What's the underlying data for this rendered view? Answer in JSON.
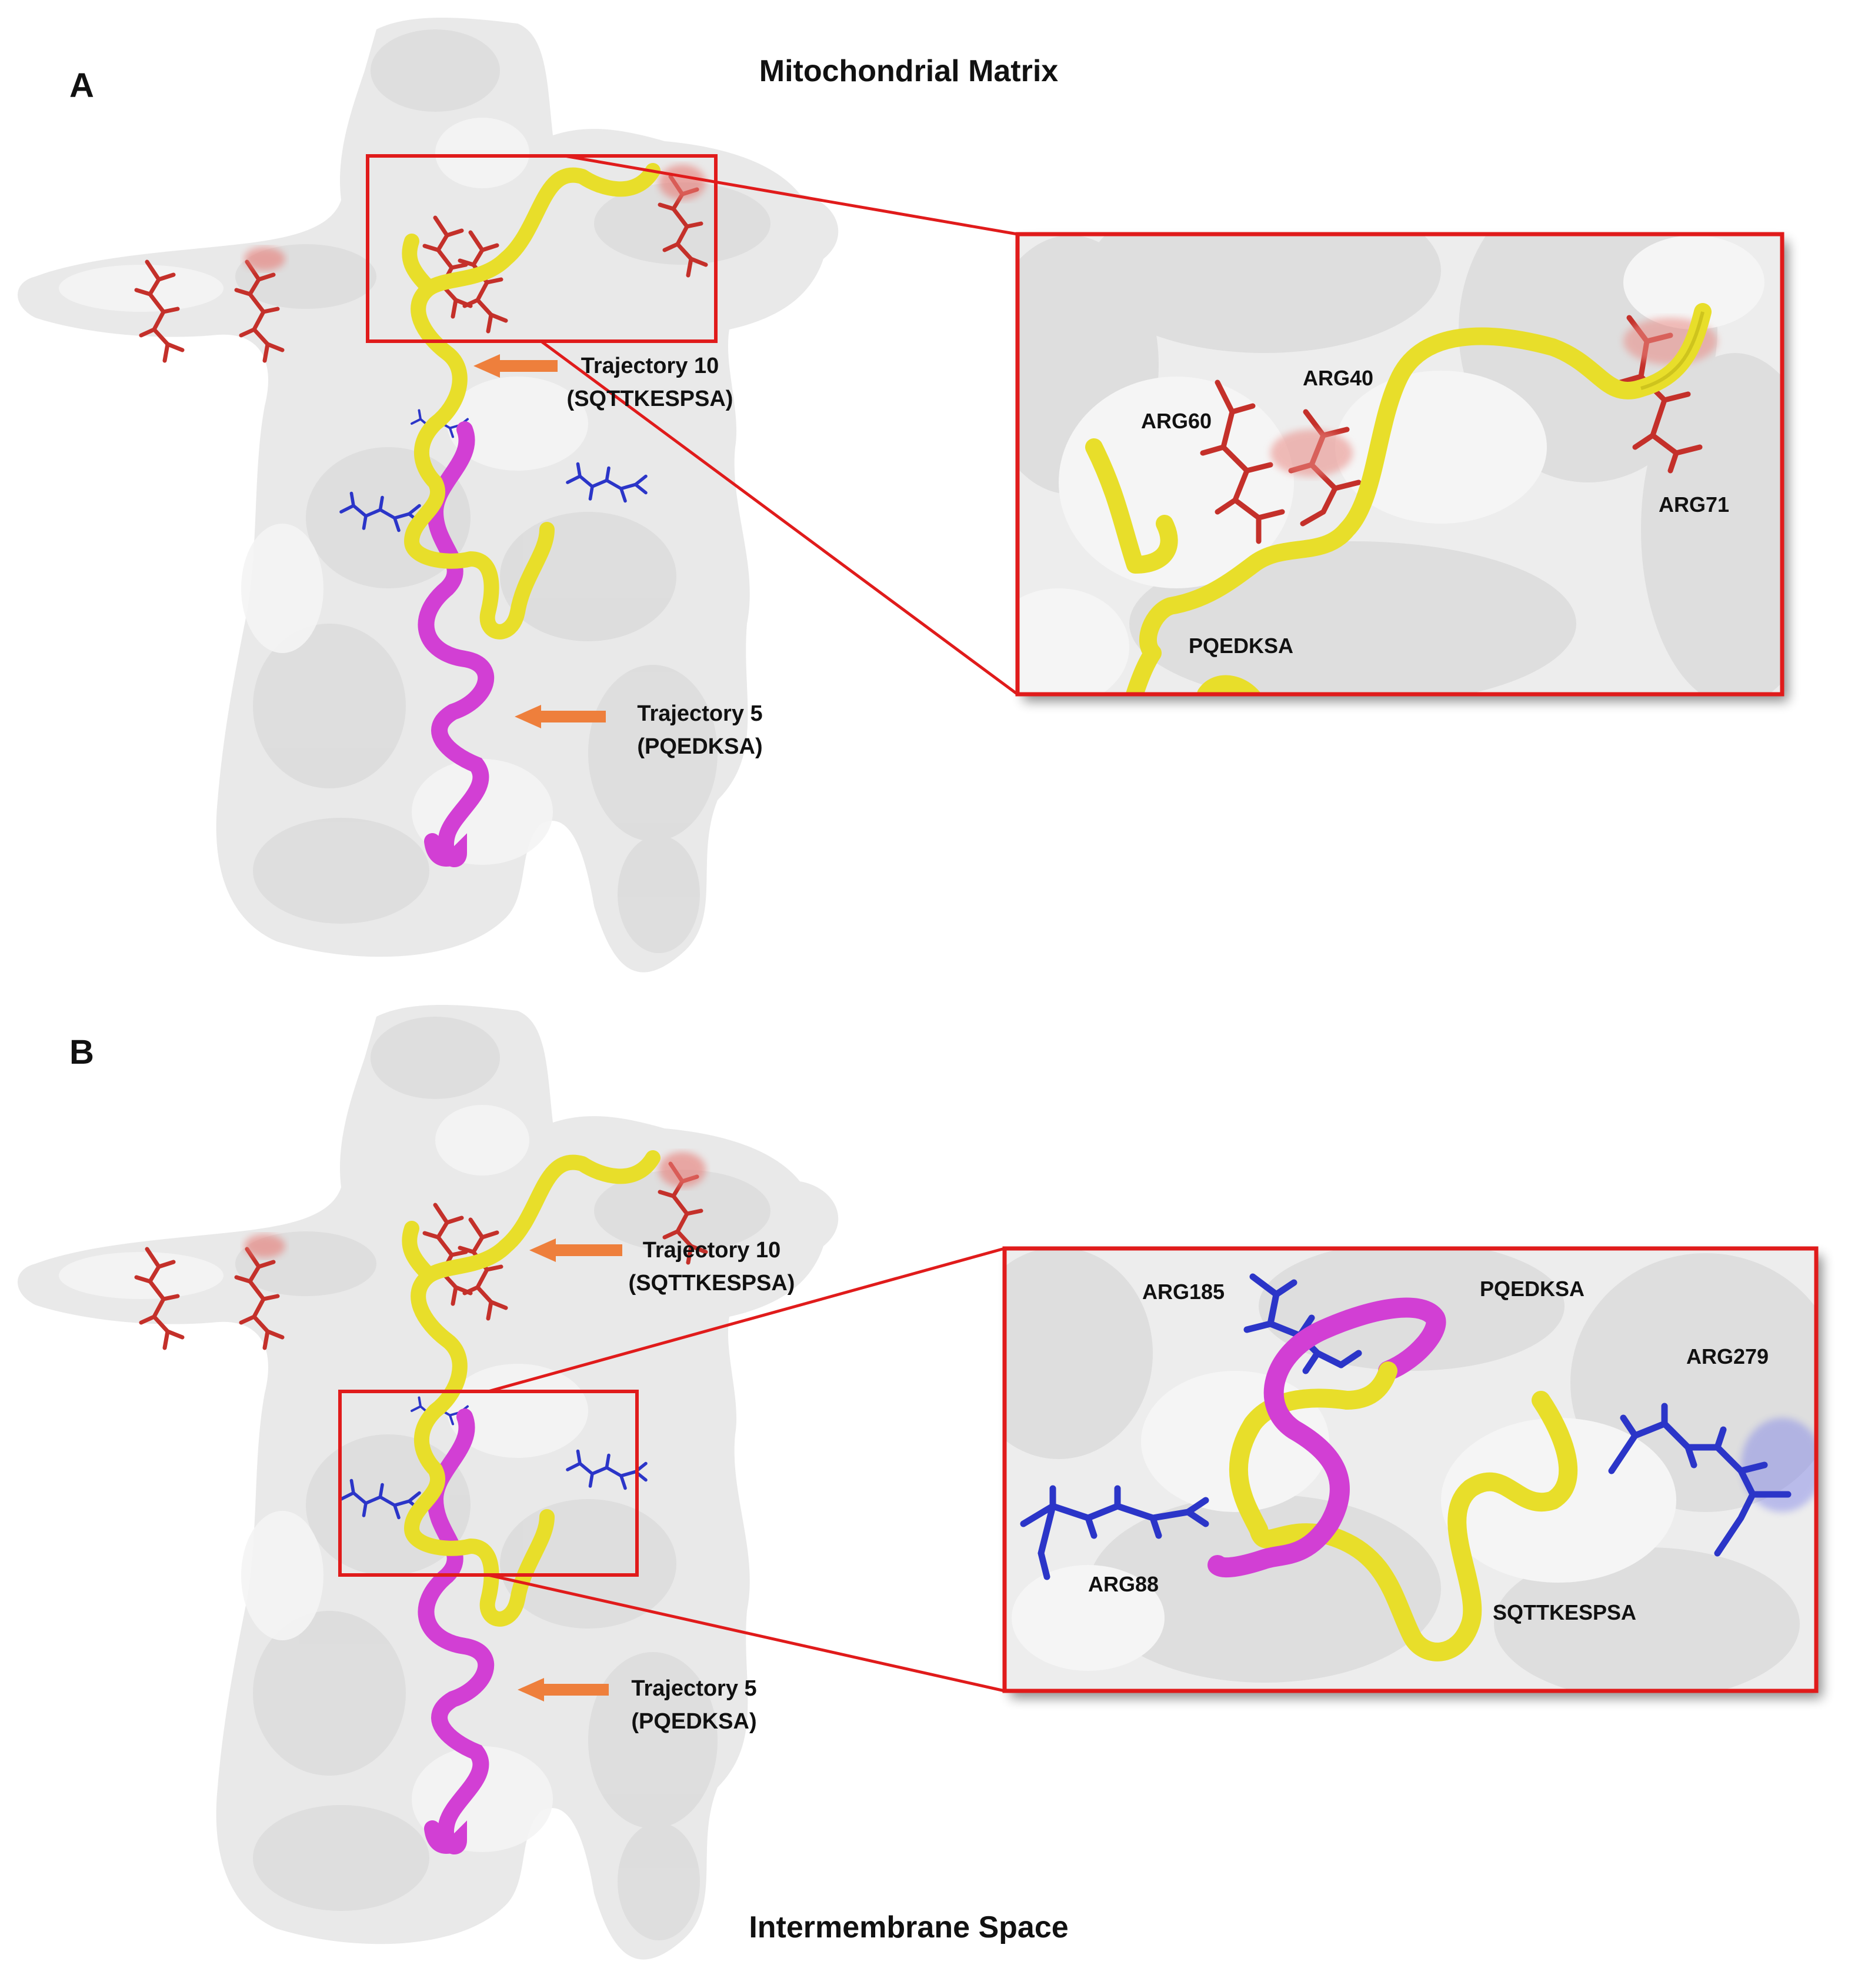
{
  "figure": {
    "top_region_label": "Mitochondrial Matrix",
    "bottom_region_label": "Intermembrane Space"
  },
  "colors": {
    "surface": "#ebebeb",
    "surface_shade": "#d4d4d4",
    "peptide_trajectory_10": "#e8de2a",
    "peptide_trajectory_5": "#d23fd4",
    "arg_matrix_side": "#c83228",
    "arg_ims_side": "#2b35c8",
    "callout_frame": "#e01b1b",
    "arrow": "#ee7f3c"
  },
  "panel_a": {
    "letter": "A",
    "trajectory_10": {
      "name": "Trajectory 10",
      "sequence": "(SQTTKESPSA)"
    },
    "trajectory_5": {
      "name": "Trajectory 5",
      "sequence": "(PQEDKSA)"
    },
    "zoom": {
      "residues": [
        "ARG60",
        "ARG40",
        "ARG71"
      ],
      "peptide_label": "PQEDKSA"
    }
  },
  "panel_b": {
    "letter": "B",
    "trajectory_10": {
      "name": "Trajectory 10",
      "sequence": "(SQTTKESPSA)"
    },
    "trajectory_5": {
      "name": "Trajectory 5",
      "sequence": "(PQEDKSA)"
    },
    "zoom": {
      "residues": [
        "ARG185",
        "ARG279",
        "ARG88"
      ],
      "peptide_labels": [
        "PQEDKSA",
        "SQTTKESPSA"
      ]
    }
  }
}
